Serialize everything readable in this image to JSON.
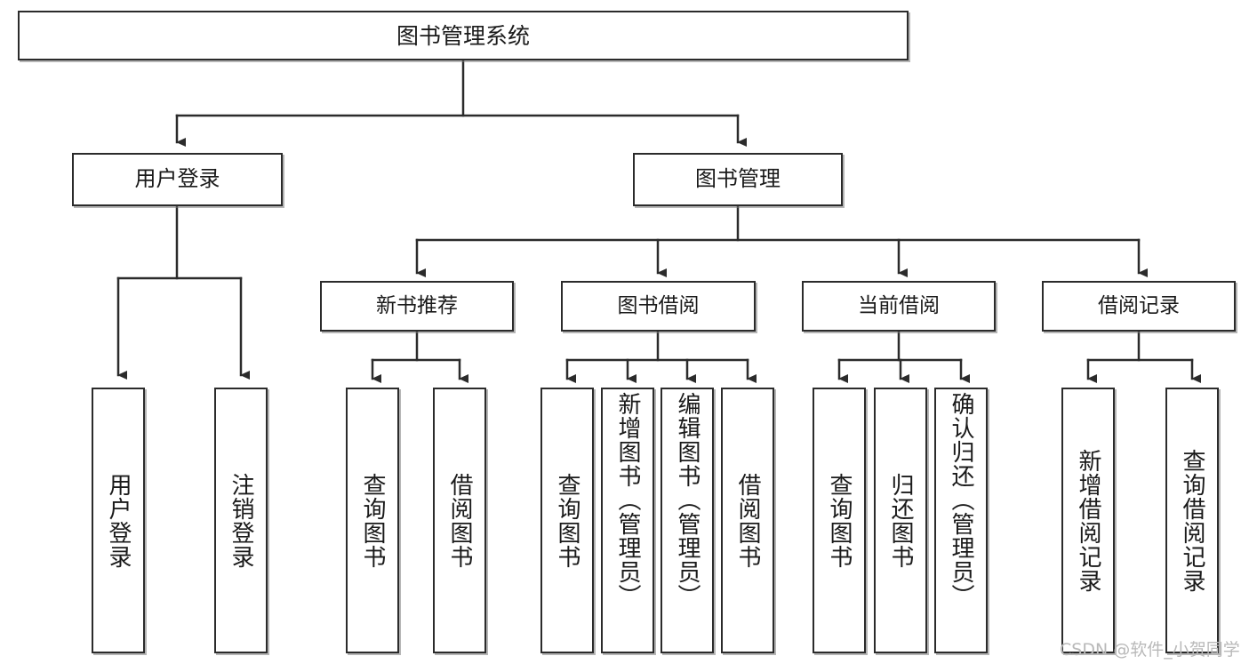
{
  "diagram": {
    "title": "图书管理系统",
    "type": "hierarchy-tree",
    "root": {
      "label": "图书管理系统"
    },
    "level1": [
      {
        "label": "用户登录"
      },
      {
        "label": "图书管理"
      }
    ],
    "level2": [
      {
        "label": "新书推荐"
      },
      {
        "label": "图书借阅"
      },
      {
        "label": "当前借阅"
      },
      {
        "label": "借阅记录"
      }
    ],
    "leaves": {
      "user_login": [
        {
          "label": "用户登录"
        },
        {
          "label": "注销登录"
        }
      ],
      "new_book_recommend": [
        {
          "label": "查询图书"
        },
        {
          "label": "借阅图书"
        }
      ],
      "book_borrow": [
        {
          "label": "查询图书"
        },
        {
          "label": "新增图书（管理员）"
        },
        {
          "label": "编辑图书（管理员）"
        },
        {
          "label": "借阅图书"
        }
      ],
      "current_borrow": [
        {
          "label": "查询图书"
        },
        {
          "label": "归还图书"
        },
        {
          "label": "确认归还（管理员）"
        }
      ],
      "borrow_records": [
        {
          "label": "新增借阅记录"
        },
        {
          "label": "查询借阅记录"
        }
      ]
    }
  },
  "watermark": {
    "text": "CSDN @软件_小贺同学"
  },
  "colors": {
    "border": "#2b2b2b",
    "background": "#ffffff",
    "text": "#1a1a1a",
    "connector": "#2b2b2b",
    "watermark": "#b9b9b9"
  }
}
